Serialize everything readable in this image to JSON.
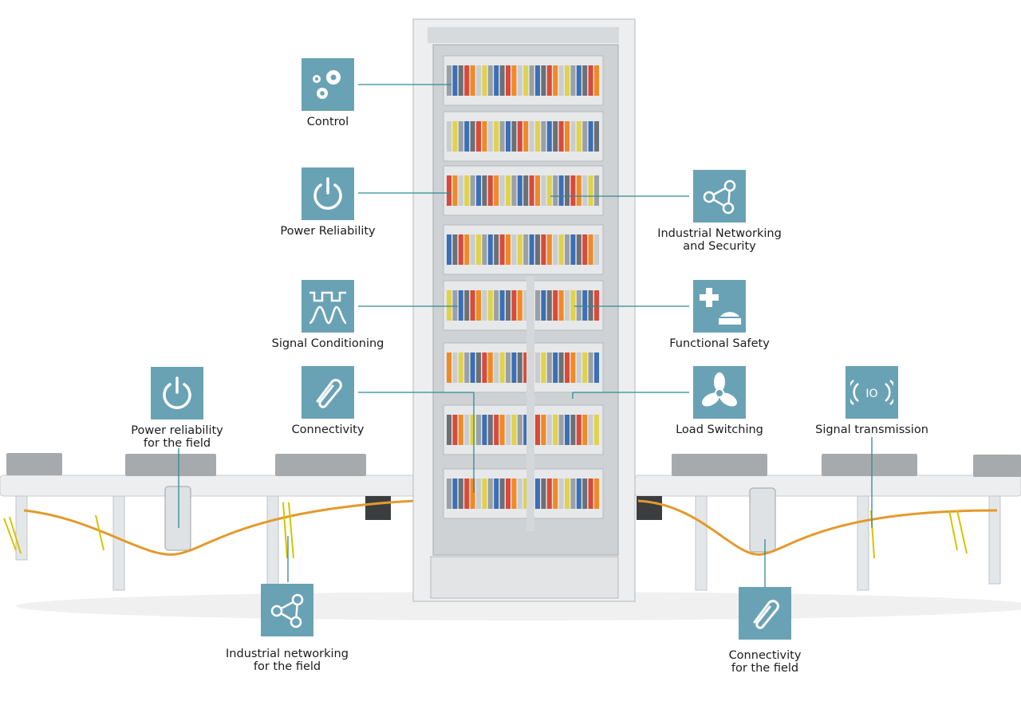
{
  "colors": {
    "icon_tile": "#6aa2b5",
    "connector": "#2f8a95",
    "cable": "#e39a2d"
  },
  "callouts": [
    {
      "id": "control",
      "icon": "gears-icon",
      "label": "Control"
    },
    {
      "id": "power",
      "icon": "power-icon",
      "label": "Power Reliability"
    },
    {
      "id": "signal",
      "icon": "waveform-icon",
      "label": "Signal Conditioning"
    },
    {
      "id": "connectivity",
      "icon": "paperclip-icon",
      "label": "Connectivity"
    },
    {
      "id": "networking",
      "icon": "network-nodes-icon",
      "label": "Industrial Networking\nand Security"
    },
    {
      "id": "safety",
      "icon": "safety-plus-icon",
      "label": "Functional Safety"
    },
    {
      "id": "load",
      "icon": "fan-icon",
      "label": "Load Switching"
    },
    {
      "id": "power-field",
      "icon": "power-icon",
      "label": "Power reliability\nfor the field"
    },
    {
      "id": "signal-tx",
      "icon": "io-signal-icon",
      "label": "Signal transmission"
    },
    {
      "id": "net-field",
      "icon": "network-nodes-icon",
      "label": "Industrial networking\nfor the field"
    },
    {
      "id": "conn-field",
      "icon": "paperclip-icon",
      "label": "Connectivity\nfor the field"
    }
  ]
}
